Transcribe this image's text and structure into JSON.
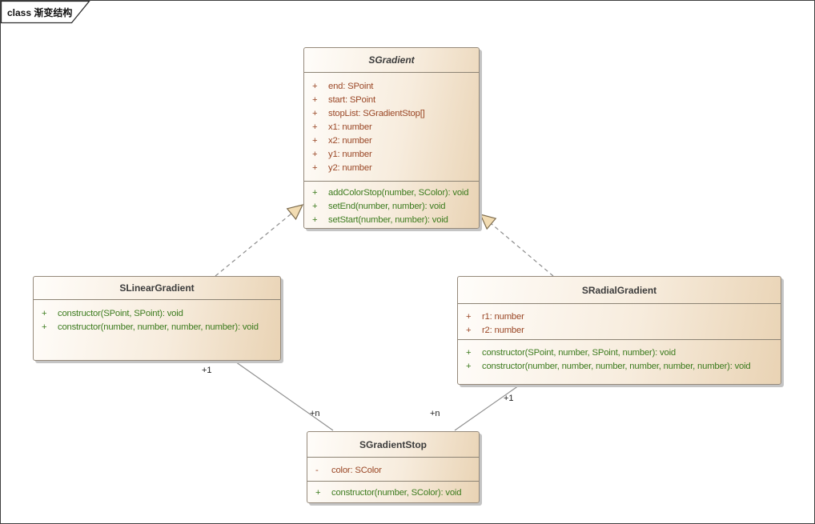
{
  "frame": {
    "label": "class 渐变结构"
  },
  "classes": [
    {
      "name": "SGradient",
      "stereotype": "abstract",
      "attributes": [
        {
          "vis": "+",
          "text": "end: SPoint"
        },
        {
          "vis": "+",
          "text": "start: SPoint"
        },
        {
          "vis": "+",
          "text": "stopList: SGradientStop[]"
        },
        {
          "vis": "+",
          "text": "x1: number"
        },
        {
          "vis": "+",
          "text": "x2: number"
        },
        {
          "vis": "+",
          "text": "y1: number"
        },
        {
          "vis": "+",
          "text": "y2: number"
        }
      ],
      "methods": [
        {
          "vis": "+",
          "text": "addColorStop(number, SColor): void"
        },
        {
          "vis": "+",
          "text": "setEnd(number, number): void"
        },
        {
          "vis": "+",
          "text": "setStart(number, number): void"
        }
      ]
    },
    {
      "name": "SLinearGradient",
      "attributes": [],
      "methods": [
        {
          "vis": "+",
          "text": "constructor(SPoint, SPoint): void"
        },
        {
          "vis": "+",
          "text": "constructor(number, number, number, number): void"
        }
      ]
    },
    {
      "name": "SRadialGradient",
      "attributes": [
        {
          "vis": "+",
          "text": "r1: number"
        },
        {
          "vis": "+",
          "text": "r2: number"
        }
      ],
      "methods": [
        {
          "vis": "+",
          "text": "constructor(SPoint, number, SPoint, number): void"
        },
        {
          "vis": "+",
          "text": "constructor(number, number, number, number, number, number): void"
        }
      ]
    },
    {
      "name": "SGradientStop",
      "attributes": [
        {
          "vis": "-",
          "text": "color: SColor"
        }
      ],
      "methods": [
        {
          "vis": "+",
          "text": "constructor(number, SColor): void"
        }
      ]
    }
  ],
  "connectors": {
    "generalizations": [
      {
        "from": "SLinearGradient",
        "to": "SGradient",
        "style": "dashed"
      },
      {
        "from": "SRadialGradient",
        "to": "SGradient",
        "style": "dashed"
      }
    ],
    "associations": [
      {
        "from": "SLinearGradient",
        "to": "SGradientStop",
        "from_label": "+1",
        "to_label": "+n"
      },
      {
        "from": "SRadialGradient",
        "to": "SGradientStop",
        "from_label": "+1",
        "to_label": "+n"
      }
    ]
  },
  "colors": {
    "attribute_text": "#9a4726",
    "method_text": "#3c7b1e",
    "box_fill_light": "#fffdfa",
    "box_fill_dark": "#e9d3b4",
    "box_border": "#95897a",
    "box_shadow": "#c4c4c4",
    "connector": "#8c8c8c",
    "arrow_fill": "#f2dcb2",
    "arrow_stroke": "#7d6c4e"
  }
}
